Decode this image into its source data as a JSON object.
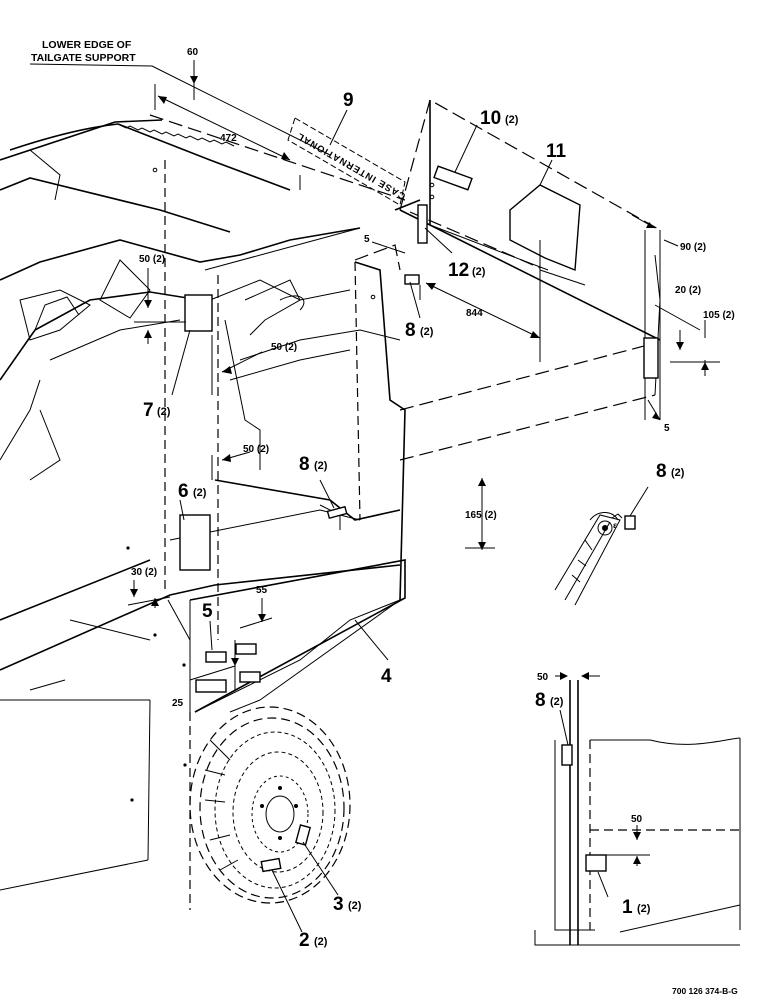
{
  "note": {
    "line1": "LOWER EDGE OF",
    "line2": "TAILGATE SUPPORT"
  },
  "decal_text": "CASE INTERNATIONAL",
  "callouts": [
    {
      "id": "c1",
      "number": "1",
      "qty": "(2)"
    },
    {
      "id": "c2",
      "number": "2",
      "qty": "(2)"
    },
    {
      "id": "c3",
      "number": "3",
      "qty": "(2)"
    },
    {
      "id": "c4",
      "number": "4",
      "qty": ""
    },
    {
      "id": "c5",
      "number": "5",
      "qty": ""
    },
    {
      "id": "c6",
      "number": "6",
      "qty": "(2)"
    },
    {
      "id": "c7",
      "number": "7",
      "qty": "(2)"
    },
    {
      "id": "c8a",
      "number": "8",
      "qty": "(2)"
    },
    {
      "id": "c8b",
      "number": "8",
      "qty": "(2)"
    },
    {
      "id": "c8c",
      "number": "8",
      "qty": "(2)"
    },
    {
      "id": "c8d",
      "number": "8",
      "qty": "(2)"
    },
    {
      "id": "c9",
      "number": "9",
      "qty": ""
    },
    {
      "id": "c10",
      "number": "10",
      "qty": "(2)"
    },
    {
      "id": "c11",
      "number": "11",
      "qty": ""
    },
    {
      "id": "c12",
      "number": "12",
      "qty": "(2)"
    }
  ],
  "dimensions": [
    {
      "id": "d60",
      "text": "60"
    },
    {
      "id": "d472",
      "text": "472"
    },
    {
      "id": "d5top",
      "text": "5"
    },
    {
      "id": "d844",
      "text": "844"
    },
    {
      "id": "d90",
      "text": "90 (2)"
    },
    {
      "id": "d20",
      "text": "20 (2)"
    },
    {
      "id": "d105",
      "text": "105 (2)"
    },
    {
      "id": "d5right",
      "text": "5"
    },
    {
      "id": "d50a",
      "text": "50 (2)"
    },
    {
      "id": "d50b",
      "text": "50 (2)"
    },
    {
      "id": "d50c",
      "text": "50 (2)"
    },
    {
      "id": "d165",
      "text": "165 (2)"
    },
    {
      "id": "d30",
      "text": "30 (2)"
    },
    {
      "id": "d55",
      "text": "55"
    },
    {
      "id": "d25",
      "text": "25"
    },
    {
      "id": "d50inset",
      "text": "50"
    },
    {
      "id": "d50inset2",
      "text": "50"
    }
  ],
  "drawing_number": "700 126 374-B-G"
}
